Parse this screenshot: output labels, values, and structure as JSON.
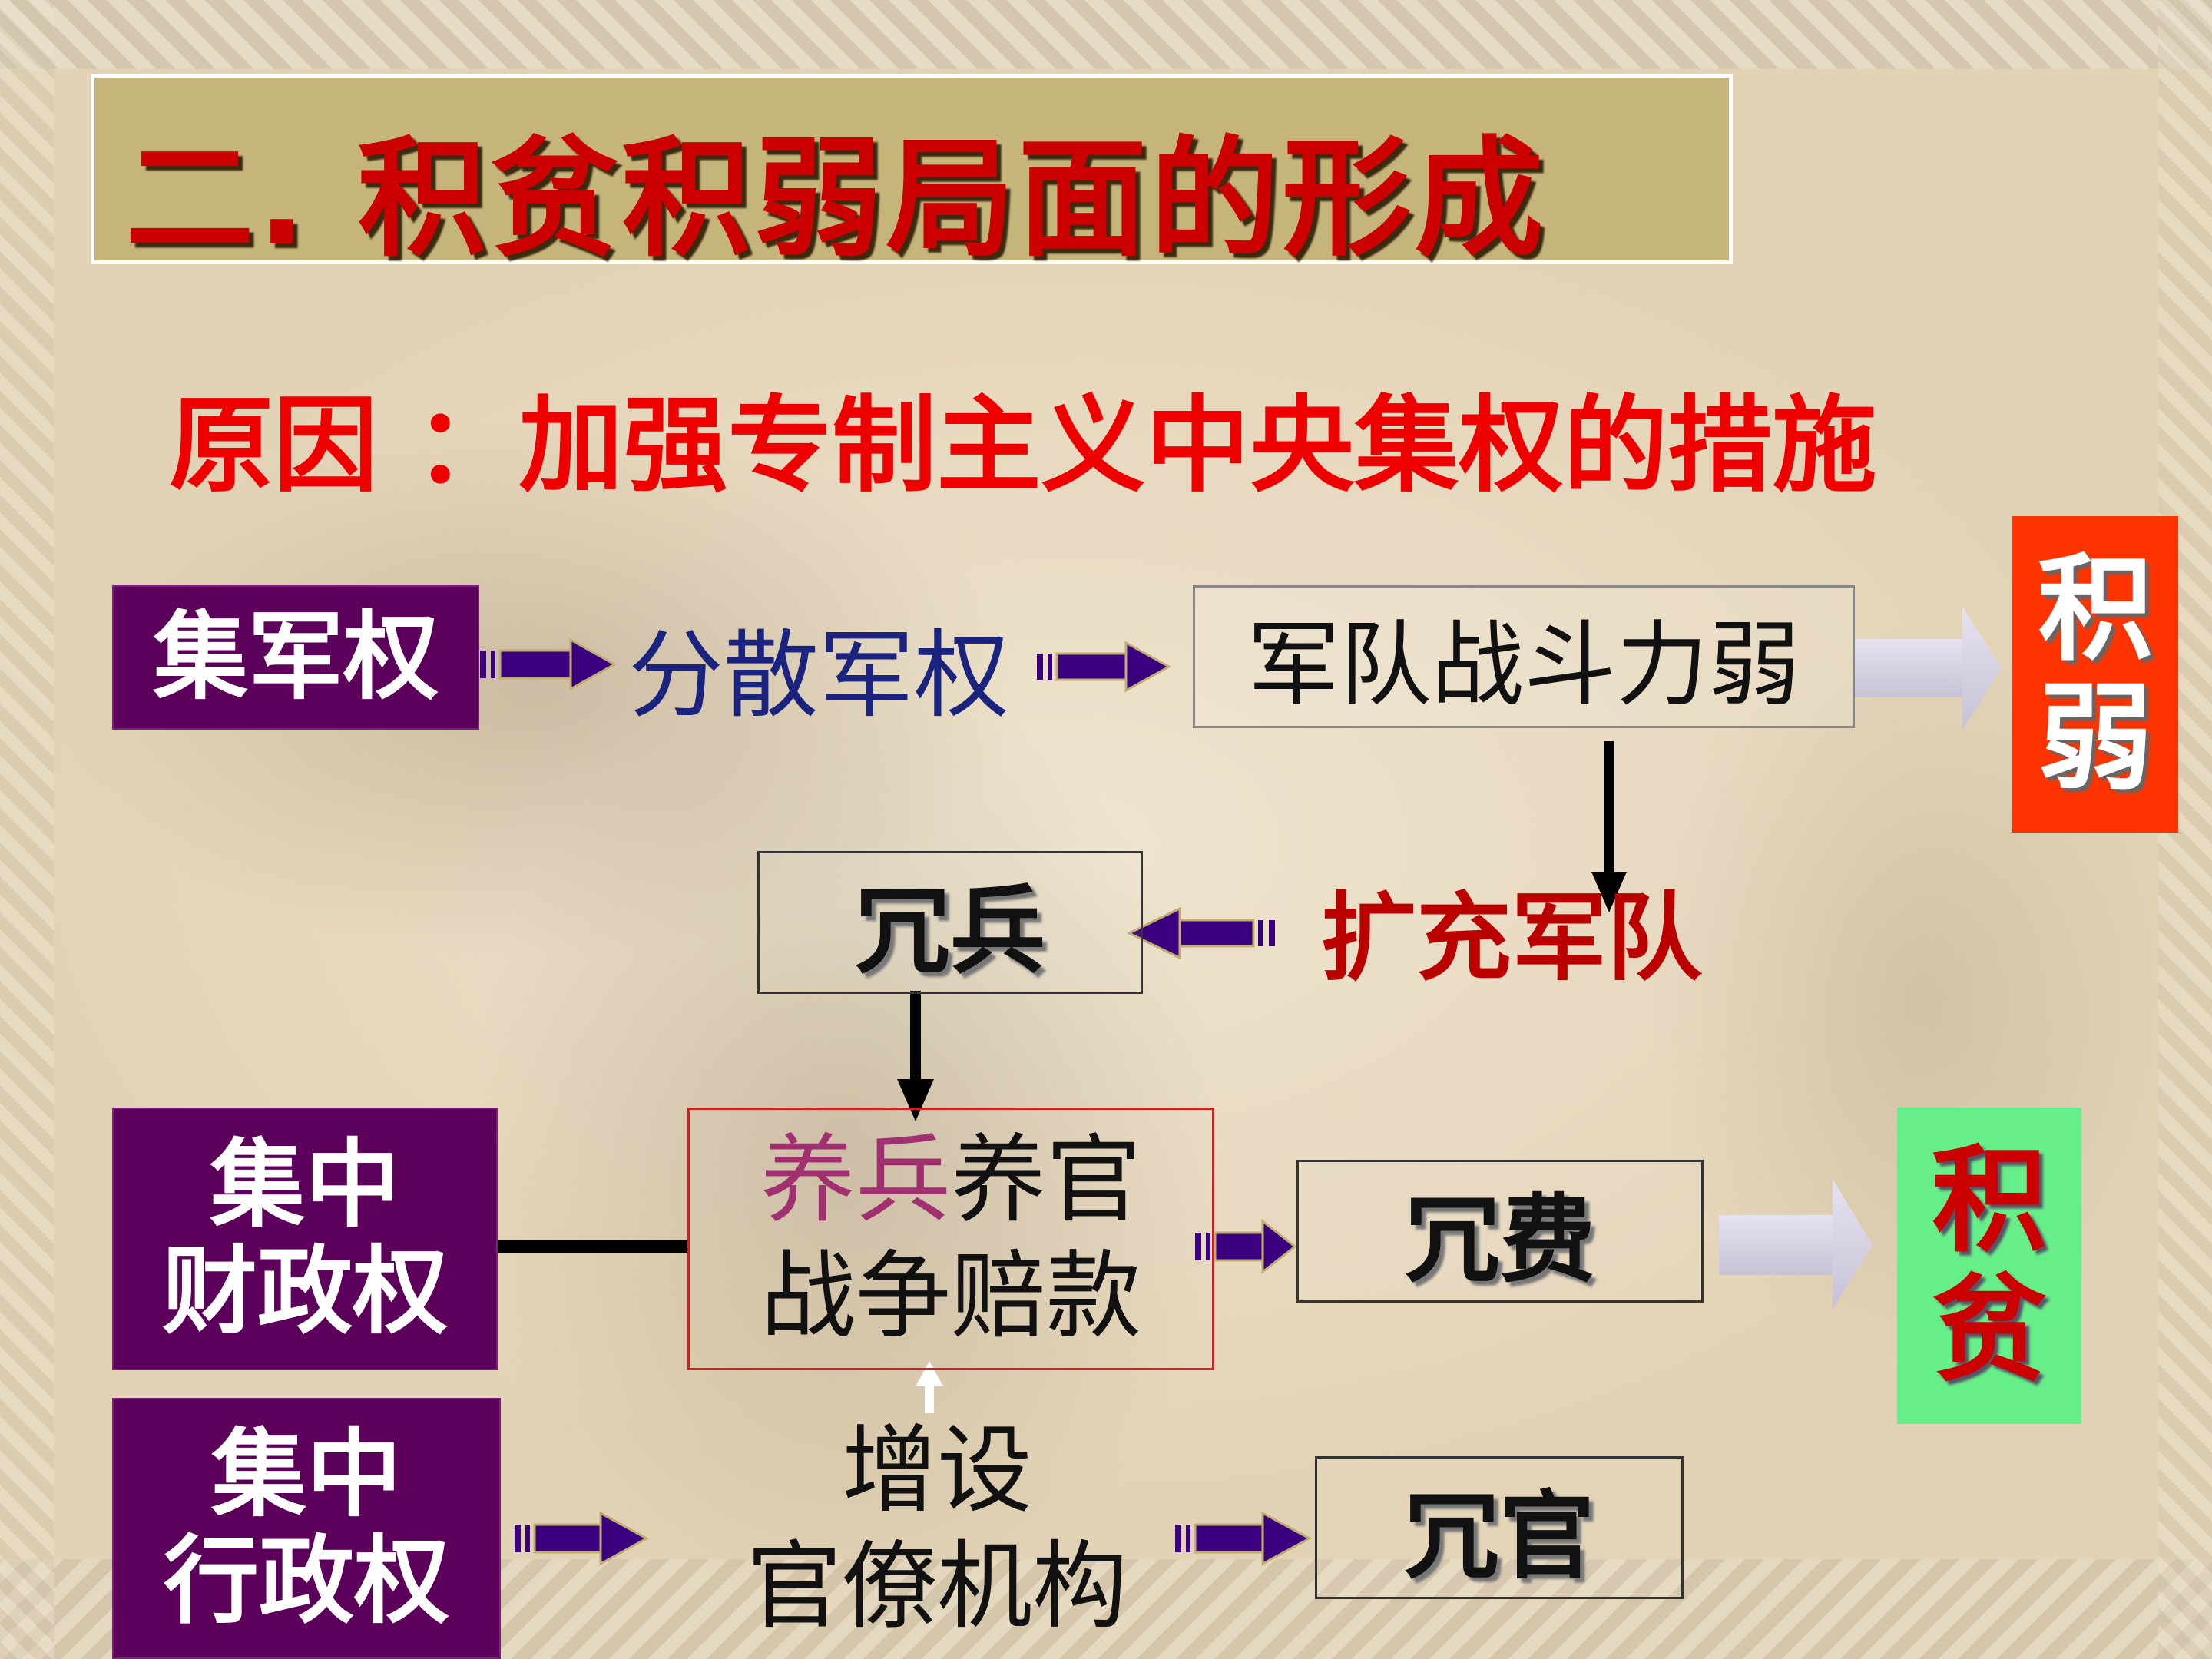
{
  "title": "二. 积贫积弱局面的形成",
  "subtitle": "原因 ：加强专制主义中央集权的措施",
  "nodes": {
    "military_power": "集军权",
    "disperse_military": "分散军权",
    "weak_army": "军队战斗力弱",
    "ji_ruo": [
      "积",
      "弱"
    ],
    "expand_army": "扩充军队",
    "redundant_soldiers": "冗兵",
    "fiscal_power": [
      "集中",
      "财政权"
    ],
    "support_costs": {
      "part_a": "养兵",
      "part_b": "养官",
      "line2": "战争赔款"
    },
    "redundant_expenses": "冗费",
    "ji_pin": [
      "积",
      "贫"
    ],
    "admin_power": [
      "集中",
      "行政权"
    ],
    "add_bureaucracy": [
      "增设",
      "官僚机构"
    ],
    "redundant_officials": "冗官"
  },
  "colors": {
    "title_bg": "#c6b57a",
    "title_text": "#cc0000",
    "subtitle_text": "#ee0000",
    "purple_box": "#5c005c",
    "ji_ruo_bg": "#ff3300",
    "ji_pin_bg": "#66ee88",
    "arrow_purple": "#3a0080"
  }
}
